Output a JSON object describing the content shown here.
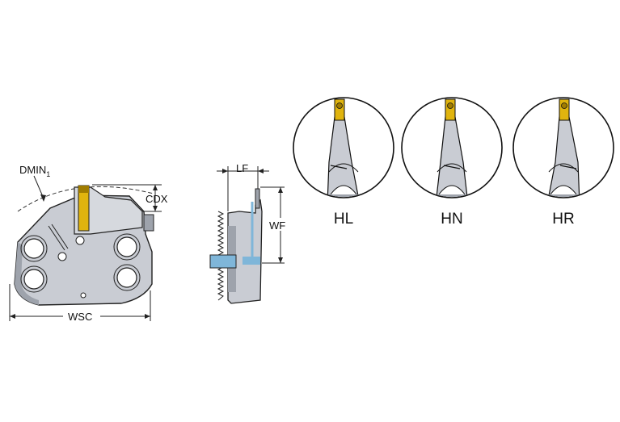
{
  "dimensions": {
    "dmin_main": "DMIN",
    "dmin_sub": "1",
    "cdx": "CDX",
    "wsc": "WSC",
    "lf": "LF",
    "wf": "WF"
  },
  "variants": [
    {
      "label": "HL",
      "hand": "left"
    },
    {
      "label": "HN",
      "hand": "neutral"
    },
    {
      "label": "HR",
      "hand": "right"
    }
  ],
  "colors": {
    "body": "#c9ccd3",
    "body_dark": "#9ea3ac",
    "outline": "#222222",
    "insert": "#e0b40e",
    "insert_dark": "#a07c00",
    "coolant": "#7fb6d9"
  }
}
